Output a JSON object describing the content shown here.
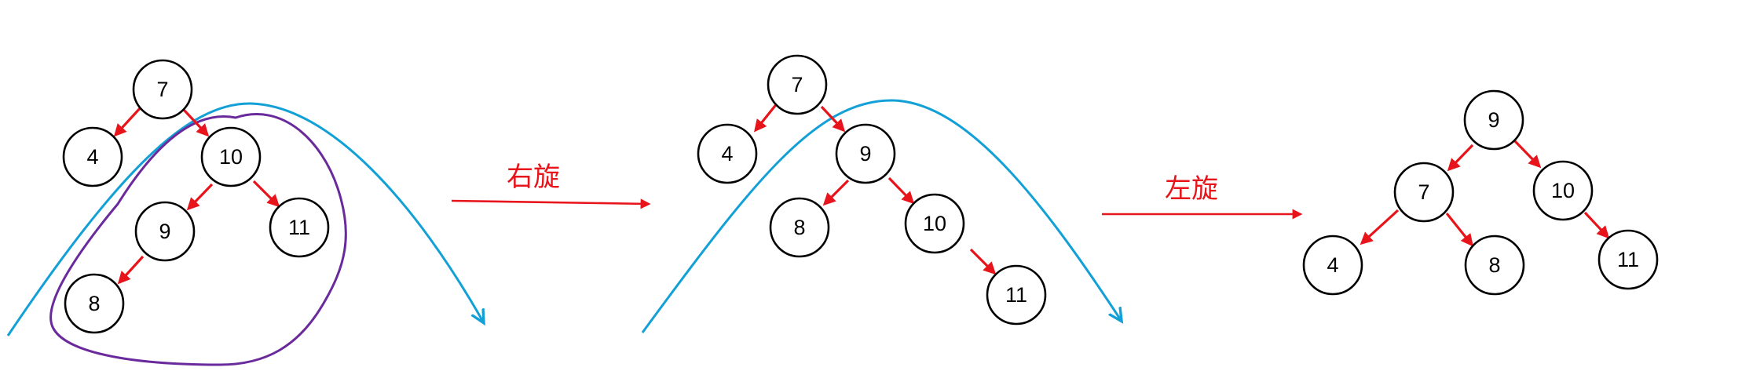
{
  "diagram": {
    "colors": {
      "edge": "#e8141b",
      "node_stroke": "#000000",
      "curve_blue": "#12a0d6",
      "curve_purple": "#6a2a9c",
      "operation_text": "#e8141b"
    },
    "stages": [
      {
        "id": "stage-1",
        "nodes": [
          "7",
          "4",
          "10",
          "9",
          "11",
          "8"
        ]
      },
      {
        "id": "stage-2",
        "nodes": [
          "7",
          "4",
          "9",
          "8",
          "10",
          "11"
        ]
      },
      {
        "id": "stage-3",
        "nodes": [
          "9",
          "7",
          "10",
          "4",
          "8",
          "11"
        ]
      }
    ],
    "operations": [
      {
        "label": "右旋"
      },
      {
        "label": "左旋"
      }
    ]
  }
}
